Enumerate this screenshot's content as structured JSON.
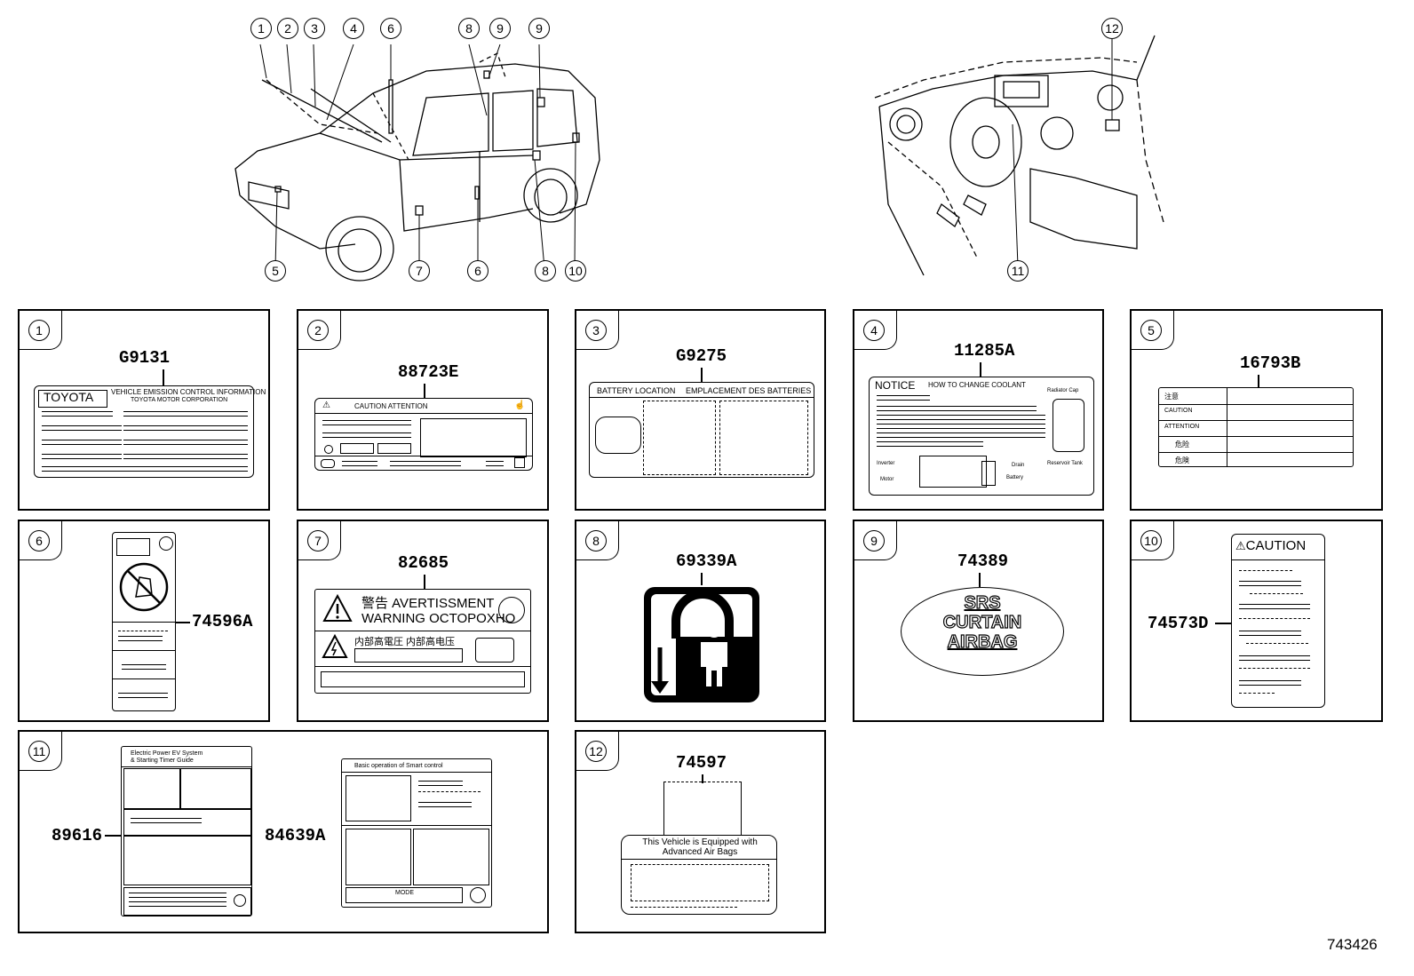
{
  "diagram_ref": "743426",
  "callouts": {
    "c1": "1",
    "c2": "2",
    "c3": "3",
    "c4": "4",
    "c5": "5",
    "c6": "6",
    "c7": "7",
    "c8": "8",
    "c9": "9",
    "c10": "10",
    "c11": "11",
    "c12": "12"
  },
  "panels": [
    {
      "num": "1",
      "part": "G9131",
      "texts": {
        "brand": "TOYOTA",
        "heading": "VEHICLE EMISSION CONTROL INFORMATION",
        "sub": "TOYOTA MOTOR CORPORATION"
      }
    },
    {
      "num": "2",
      "part": "88723E",
      "texts": {
        "heading": "CAUTION  ATTENTION"
      }
    },
    {
      "num": "3",
      "part": "G9275",
      "texts": {
        "left": "BATTERY LOCATION",
        "right": "EMPLACEMENT DES BATTERIES"
      }
    },
    {
      "num": "4",
      "part": "11285A",
      "texts": {
        "notice": "NOTICE",
        "heading": "HOW TO CHANGE COOLANT",
        "cap": "Radiator Cap",
        "drain": "Drain",
        "battery": "Battery",
        "motor": "Motor",
        "inverter": "Inverter",
        "reservoir": "Reservoir Tank"
      }
    },
    {
      "num": "5",
      "part": "16793B",
      "texts": {
        "r1": "注意",
        "r2": "CAUTION",
        "r3": "ATTENTION",
        "r4": "危险",
        "r5": "危険"
      }
    },
    {
      "num": "6",
      "part": "74596A"
    },
    {
      "num": "7",
      "part": "82685",
      "texts": {
        "r1": "警告 AVERTISSMENT",
        "r2": "WARNING OCTOPOXHO",
        "r3": "内部高電圧  内部高电压"
      }
    },
    {
      "num": "8",
      "part": "69339A"
    },
    {
      "num": "9",
      "part": "74389",
      "texts": {
        "l1": "SRS",
        "l2": "CURTAIN",
        "l3": "AIRBAG"
      }
    },
    {
      "num": "10",
      "part": "74573D",
      "texts": {
        "heading": "CAUTION"
      }
    },
    {
      "num": "11",
      "part_a": "89616",
      "part_b": "84639A",
      "texts": {
        "a_head1": "Electric Power EV System",
        "a_head2": "& Starting Timer Guide",
        "b_head": "Basic operation of Smart control",
        "b_foot": "MODE"
      }
    },
    {
      "num": "12",
      "part": "74597",
      "texts": {
        "l1": "This Vehicle is Equipped with",
        "l2": "Advanced Air Bags"
      }
    }
  ]
}
